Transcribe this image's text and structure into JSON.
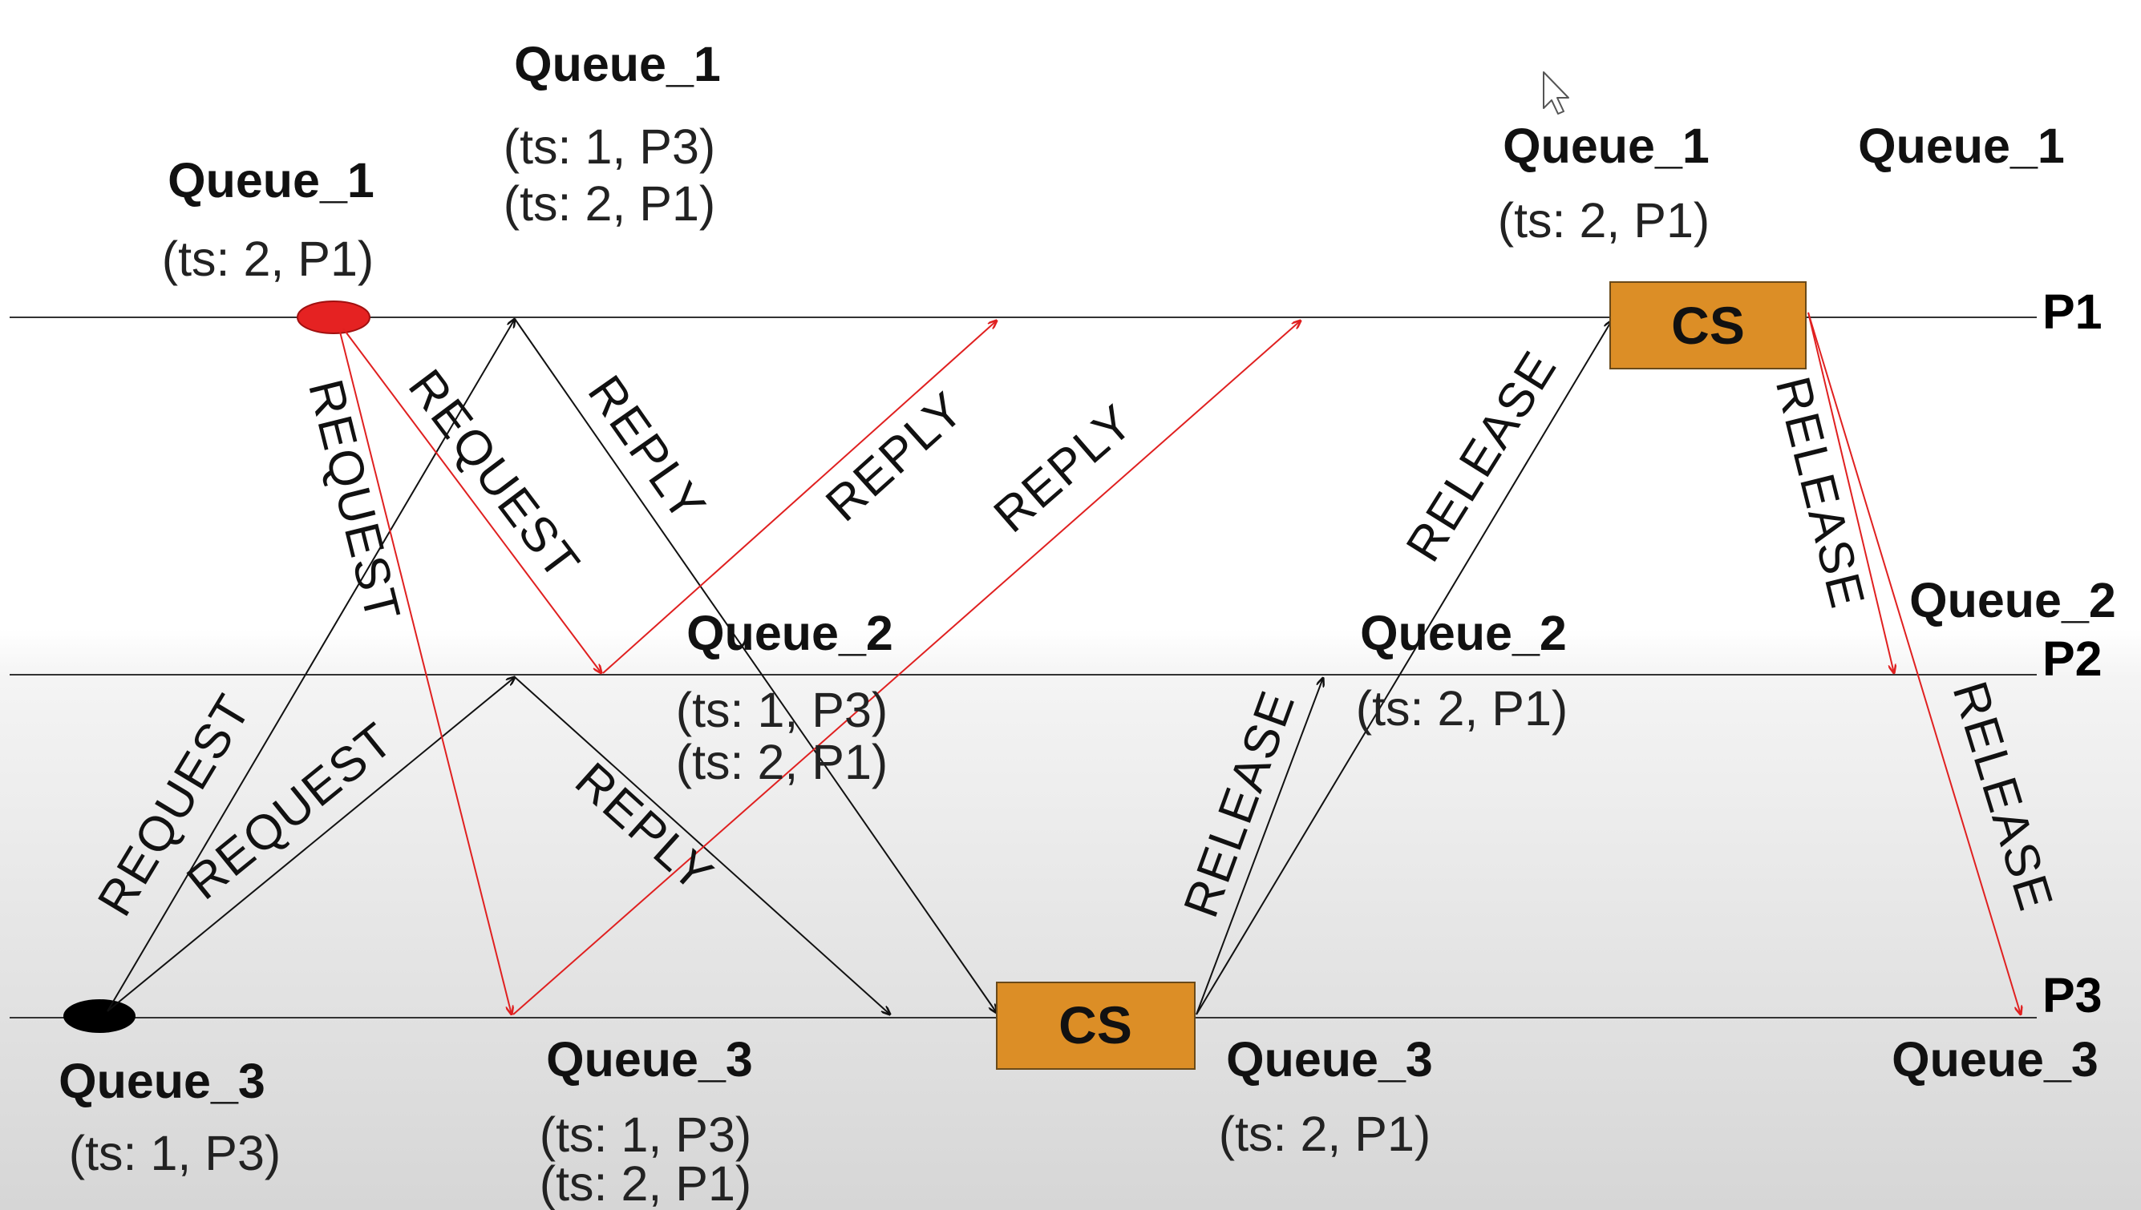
{
  "processes": {
    "p1": "P1",
    "p2": "P2",
    "p3": "P3"
  },
  "critical_section_label": "CS",
  "messages": {
    "request": "REQUEST",
    "reply": "REPLY",
    "release": "RELEASE"
  },
  "queues": {
    "p1_initial": {
      "title": "Queue_1",
      "entries": [
        "(ts: 2, P1)"
      ]
    },
    "p1_after_request": {
      "title": "Queue_1",
      "entries": [
        "(ts: 1, P3)",
        "(ts: 2, P1)"
      ]
    },
    "p1_before_cs": {
      "title": "Queue_1",
      "entries": [
        "(ts: 2, P1)"
      ]
    },
    "p1_final": {
      "title": "Queue_1",
      "entries": []
    },
    "p2_after_request": {
      "title": "Queue_2",
      "entries": [
        "(ts: 1, P3)",
        "(ts: 2, P1)"
      ]
    },
    "p2_after_release": {
      "title": "Queue_2",
      "entries": [
        "(ts: 2, P1)"
      ]
    },
    "p2_final": {
      "title": "Queue_2",
      "entries": []
    },
    "p3_initial": {
      "title": "Queue_3",
      "entries": [
        "(ts: 1, P3)"
      ]
    },
    "p3_after_request": {
      "title": "Queue_3",
      "entries": [
        "(ts: 1, P3)",
        "(ts: 2, P1)"
      ]
    },
    "p3_after_release": {
      "title": "Queue_3",
      "entries": [
        "(ts: 2, P1)"
      ]
    },
    "p3_final": {
      "title": "Queue_3",
      "entries": []
    }
  },
  "colors": {
    "request_from_p1": "#e02020",
    "message_black": "#111111",
    "cs_fill": "#dc8e26",
    "event_p1": "#e52222",
    "event_p3": "#000000"
  }
}
